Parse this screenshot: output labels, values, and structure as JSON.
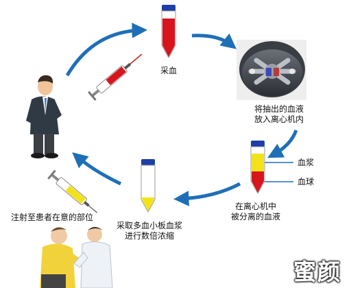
{
  "steps": {
    "draw_blood": "采血",
    "centrifuge_line1": "将抽出的血液",
    "centrifuge_line2": "放入离心机内",
    "separated_line1": "在离心机中",
    "separated_line2": "被分离的血液",
    "extract_line1": "采取多血小板血浆",
    "extract_line2": "进行数倍浓缩",
    "inject": "注射至患者在意的部位"
  },
  "tube_layers": {
    "plasma": "血浆",
    "blood_cells": "血球"
  },
  "watermark": "蜜颜",
  "colors": {
    "arrow": "#1f6fb8",
    "cap_blue": "#1e3fa8",
    "blood_red": "#d8141c",
    "plasma_yellow": "#f2e21a"
  }
}
